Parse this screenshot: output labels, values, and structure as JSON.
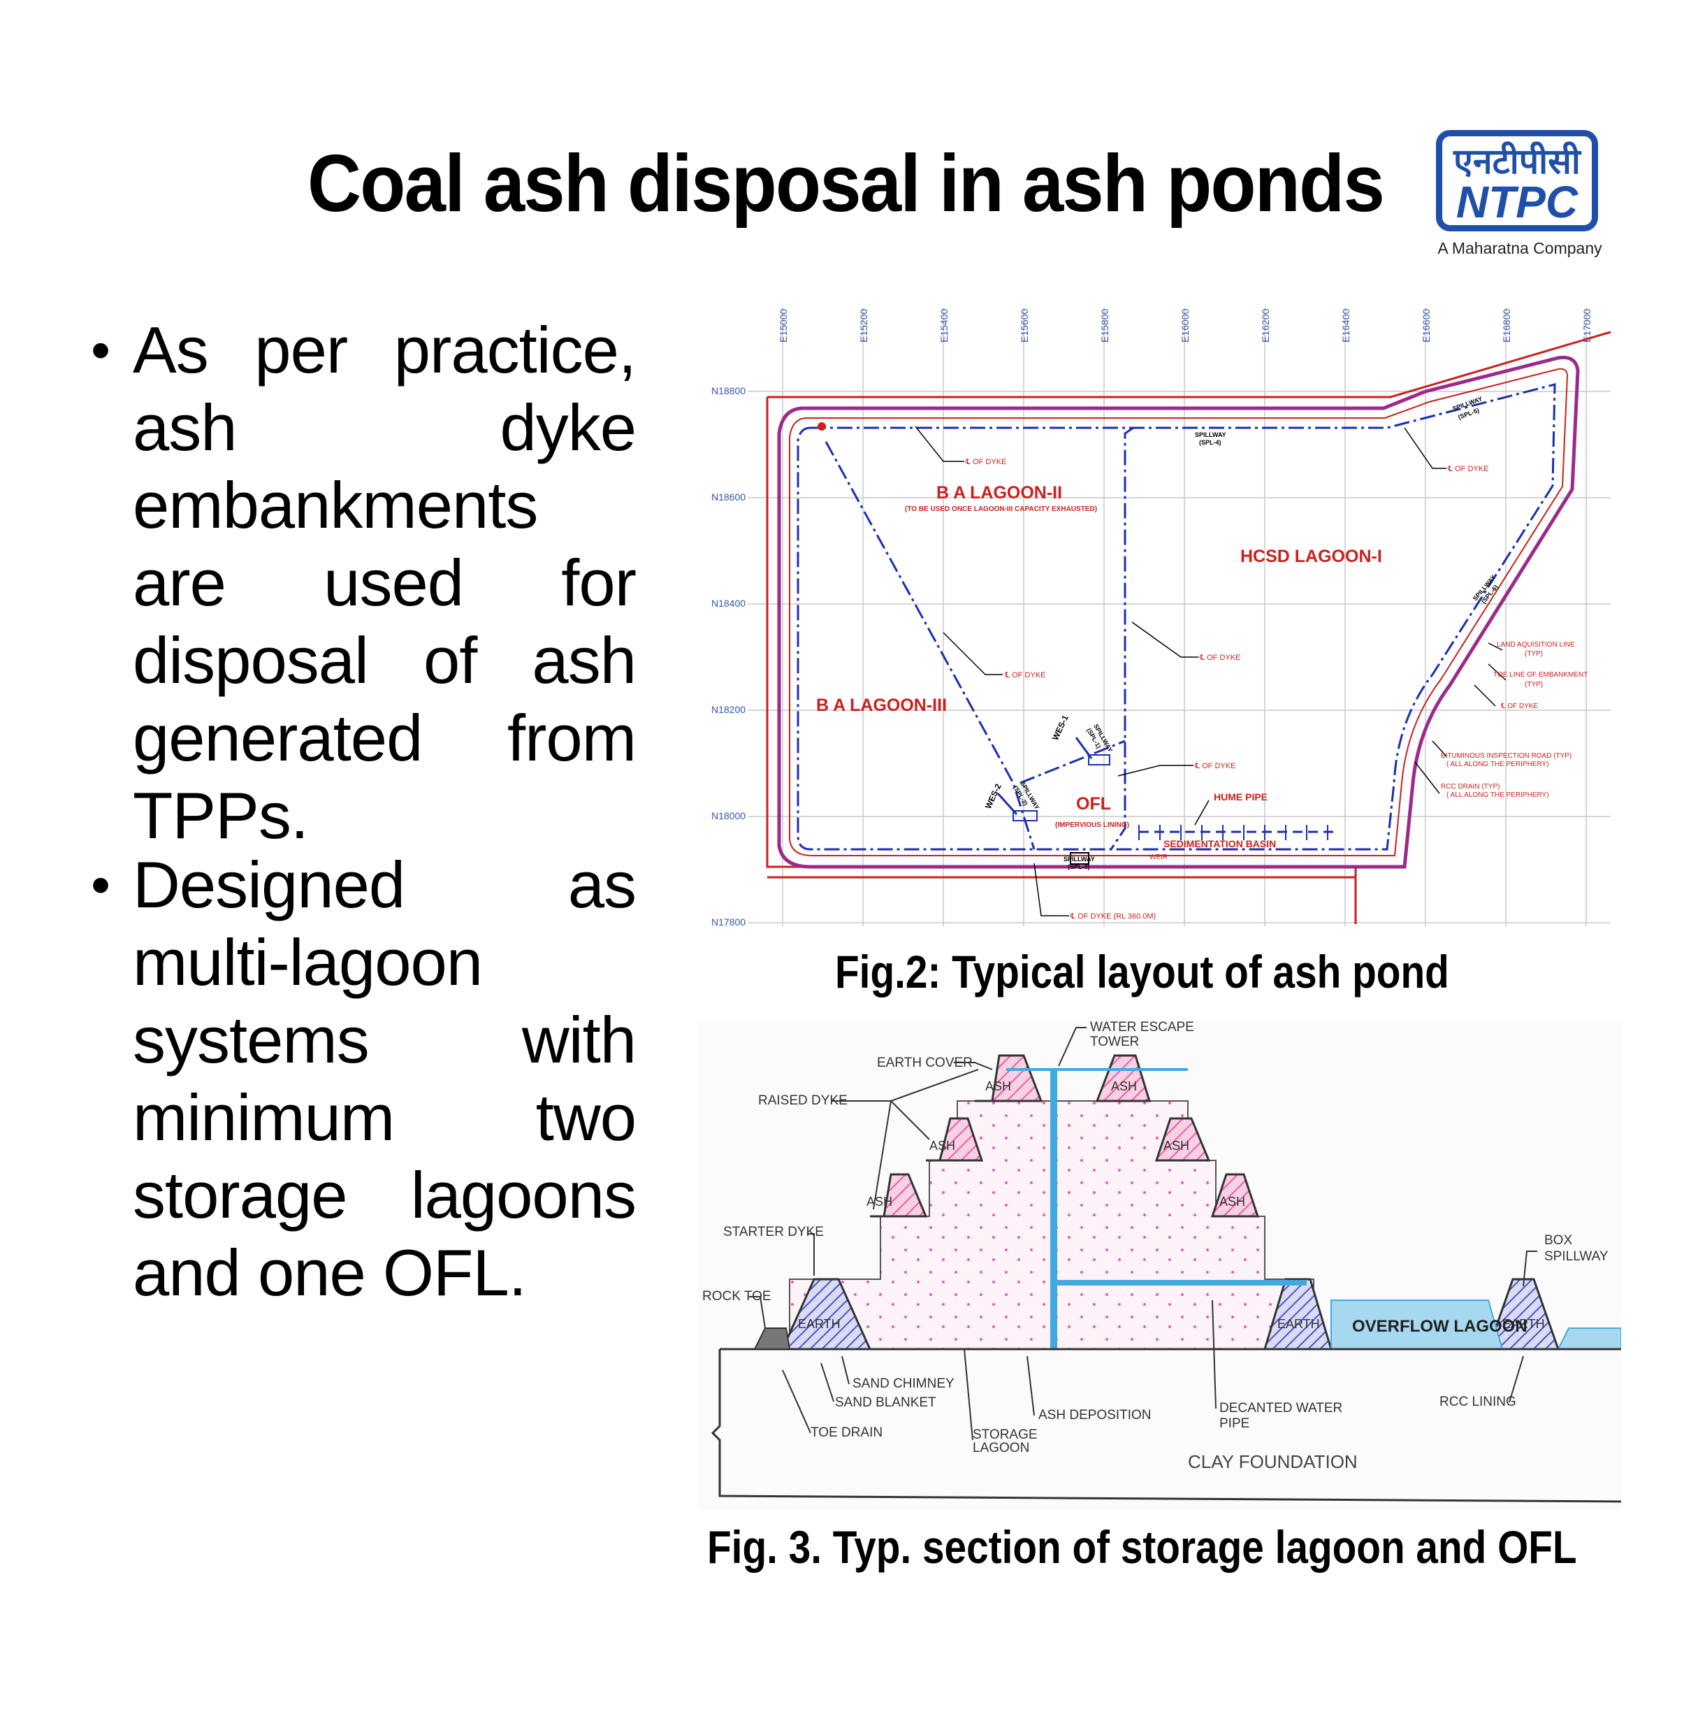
{
  "title": "Coal ash disposal in ash ponds",
  "logo": {
    "hindi": "एनटीपीसी",
    "name": "NTPC",
    "tagline": "A Maharatna Company"
  },
  "bullets": [
    "As per practice, ash dyke embankments are used for disposal of ash generated from TPPs.",
    "Designed as multi-lagoon systems with minimum two storage lagoons and one OFL."
  ],
  "fig2": {
    "caption": "Fig.2: Typical layout of ash pond",
    "eastings": [
      "E15000",
      "E15200",
      "E15400",
      "E15600",
      "E15800",
      "E16000",
      "E16200",
      "E16400",
      "E16600",
      "E16800",
      "E17000"
    ],
    "northings": [
      "N18800",
      "N18600",
      "N18400",
      "N18200",
      "N18000",
      "N17800"
    ],
    "lagoons": {
      "ba2": "B A LAGOON-II",
      "ba2_note": "(TO BE USED ONCE LAGOON-III CAPACITY EXHAUSTED)",
      "hcsd": "HCSD LAGOON-I",
      "ba3": "B A LAGOON-III",
      "ofl": "OFL",
      "ofl_note": "(IMPERVIOUS LINING)",
      "sedimentation": "SEDIMENTATION BASIN"
    },
    "labels": {
      "cl_dyke": "℄ OF DYKE",
      "cl_dyke_rl": "℄ OF DYKE (RL 360.0M)",
      "hume_pipe": "HUME PIPE",
      "land_line": "LAND AQUISITION LINE",
      "toe_line": "TOE LINE OF EMBANKMENT",
      "typ": "(TYP)",
      "road": "BITUMINOUS INSPECTION ROAD (TYP)",
      "road_note": "( ALL ALONG THE PERIPHERY)",
      "drain": "RCC DRAIN (TYP)",
      "drain_note": "( ALL ALONG THE PERIPHERY)",
      "wes1": "WES-1",
      "wes2": "WES-2",
      "spillway": "SPILLWAY",
      "spl1": "(SPL-1)",
      "spl2": "(SPL-2)",
      "spl3": "(SPL-3)",
      "spl4": "(SPL-4)",
      "spl5": "(SPL-5)",
      "spl6": "(SPL-6)",
      "weir": "WEIR"
    }
  },
  "fig3": {
    "caption": "Fig. 3. Typ. section of storage lagoon and OFL",
    "labels": {
      "water_escape": "WATER ESCAPE",
      "tower": "TOWER",
      "earth_cover": "EARTH COVER",
      "raised_dyke": "RAISED DYKE",
      "starter_dyke": "STARTER DYKE",
      "rock_toe": "ROCK TOE",
      "box": "BOX",
      "spillway": "SPILLWAY",
      "sand_chimney": "SAND CHIMNEY",
      "sand_blanket": "SAND BLANKET",
      "toe_drain": "TOE DRAIN",
      "storage": "STORAGE",
      "lagoon": "LAGOON",
      "ash_deposition": "ASH DEPOSITION",
      "decanted": "DECANTED WATER",
      "pipe": "PIPE",
      "rcc_lining": "RCC LINING",
      "clay": "CLAY FOUNDATION",
      "overflow": "OVERFLOW LAGOON",
      "ash": "ASH",
      "earth": "EARTH"
    }
  },
  "colors": {
    "ntpc_blue": "#1f4fa8",
    "dyke_red": "#cc1f1f",
    "dyke_magenta": "#9b2a8a",
    "centerline_blue": "#1a2fae",
    "ash_pink": "#e85fa8",
    "earth_blue": "#5050c8",
    "water_blue": "#3fa9e0"
  }
}
